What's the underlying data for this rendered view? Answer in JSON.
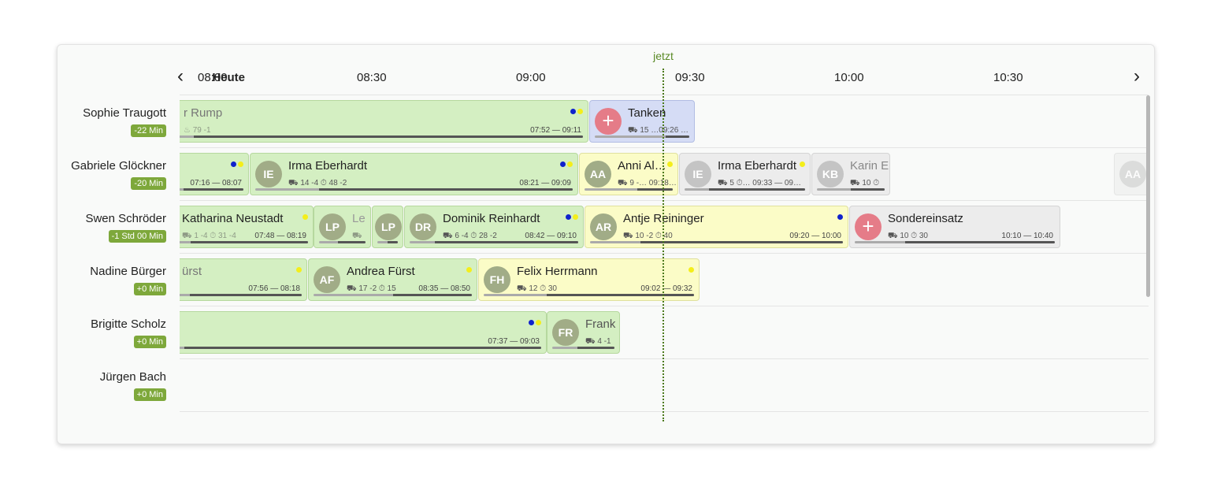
{
  "header": {
    "today_label": "Heute",
    "now_label": "jetzt",
    "prev_arrow": "‹",
    "next_arrow": "›",
    "ticks": [
      "08:00",
      "08:30",
      "09:00",
      "09:30",
      "10:00",
      "10:30"
    ]
  },
  "drivers": [
    {
      "name": "Sophie Traugott",
      "badge": "-22 Min"
    },
    {
      "name": "Gabriele Glöckner",
      "badge": "-20 Min"
    },
    {
      "name": "Swen Schröder",
      "badge": "-1 Std 00 Min"
    },
    {
      "name": "Nadine Bürger",
      "badge": "+0 Min"
    },
    {
      "name": "Brigitte Scholz",
      "badge": "+0 Min"
    },
    {
      "name": "Jürgen Bach",
      "badge": "+0 Min"
    }
  ],
  "tours": {
    "r0": [
      {
        "title": "r Rump",
        "meta": "♨ 79 -1",
        "time": "07:52 — 09:11",
        "dots": "by"
      },
      {
        "initials": "+",
        "title": "Tanken",
        "meta": "⛟ 15 …09:26 …",
        "time": ""
      }
    ],
    "r1": [
      {
        "title": "",
        "meta": "",
        "time": "07:16 — 08:07",
        "dots": "by"
      },
      {
        "initials": "IE",
        "title": "Irma Eberhardt",
        "meta": "⛟ 14 -4  ⏱ 48 -2",
        "time": "08:21 — 09:09",
        "dots": "by"
      },
      {
        "initials": "AA",
        "title": "Anni Al…",
        "meta": "⛟ 9 -… 09:18…",
        "time": "",
        "dots": "y"
      },
      {
        "initials": "IE",
        "title": "Irma Eberhardt",
        "meta": "⛟ 5  ⏱… 09:33 — 09…",
        "time": "",
        "dots": "y"
      },
      {
        "initials": "KB",
        "title": "Karin E",
        "meta": "⛟ 10  ⏱",
        "time": ""
      },
      {
        "initials": "AA",
        "title": "",
        "meta": "",
        "time": ""
      }
    ],
    "r2": [
      {
        "title": "Katharina Neustadt",
        "meta": "⛟ 1 -4  ⏱ 31 -4",
        "time": "07:48 — 08:19",
        "dots": "y"
      },
      {
        "initials": "LP",
        "title": "Le",
        "meta": "⛟",
        "time": ""
      },
      {
        "initials": "LP",
        "title": "",
        "meta": "",
        "time": ""
      },
      {
        "initials": "DR",
        "title": "Dominik Reinhardt",
        "meta": "⛟ 6 -4  ⏱ 28 -2",
        "time": "08:42 — 09:10",
        "dots": "by"
      },
      {
        "initials": "AR",
        "title": "Antje Reininger",
        "meta": "⛟ 10 -2  ⏱ 40",
        "time": "09:20 — 10:00",
        "dots": "b"
      },
      {
        "initials": "+",
        "title": "Sondereinsatz",
        "meta": "⛟ 10  ⏱ 30",
        "time": "10:10 — 10:40"
      }
    ],
    "r3": [
      {
        "title": "ürst",
        "meta": "",
        "time": "07:56 — 08:18",
        "dots": "y"
      },
      {
        "initials": "AF",
        "title": "Andrea Fürst",
        "meta": "⛟ 17 -2  ⏱ 15",
        "time": "08:35 — 08:50",
        "dots": "y"
      },
      {
        "initials": "FH",
        "title": "Felix Herrmann",
        "meta": "⛟ 12  ⏱ 30",
        "time": "09:02 — 09:32",
        "dots": "y"
      }
    ],
    "r4": [
      {
        "title": "",
        "meta": "",
        "time": "07:37 — 09:03",
        "dots": "by"
      },
      {
        "initials": "FR",
        "title": "Frank",
        "meta": "⛟ 4 -1",
        "time": ""
      }
    ]
  }
}
